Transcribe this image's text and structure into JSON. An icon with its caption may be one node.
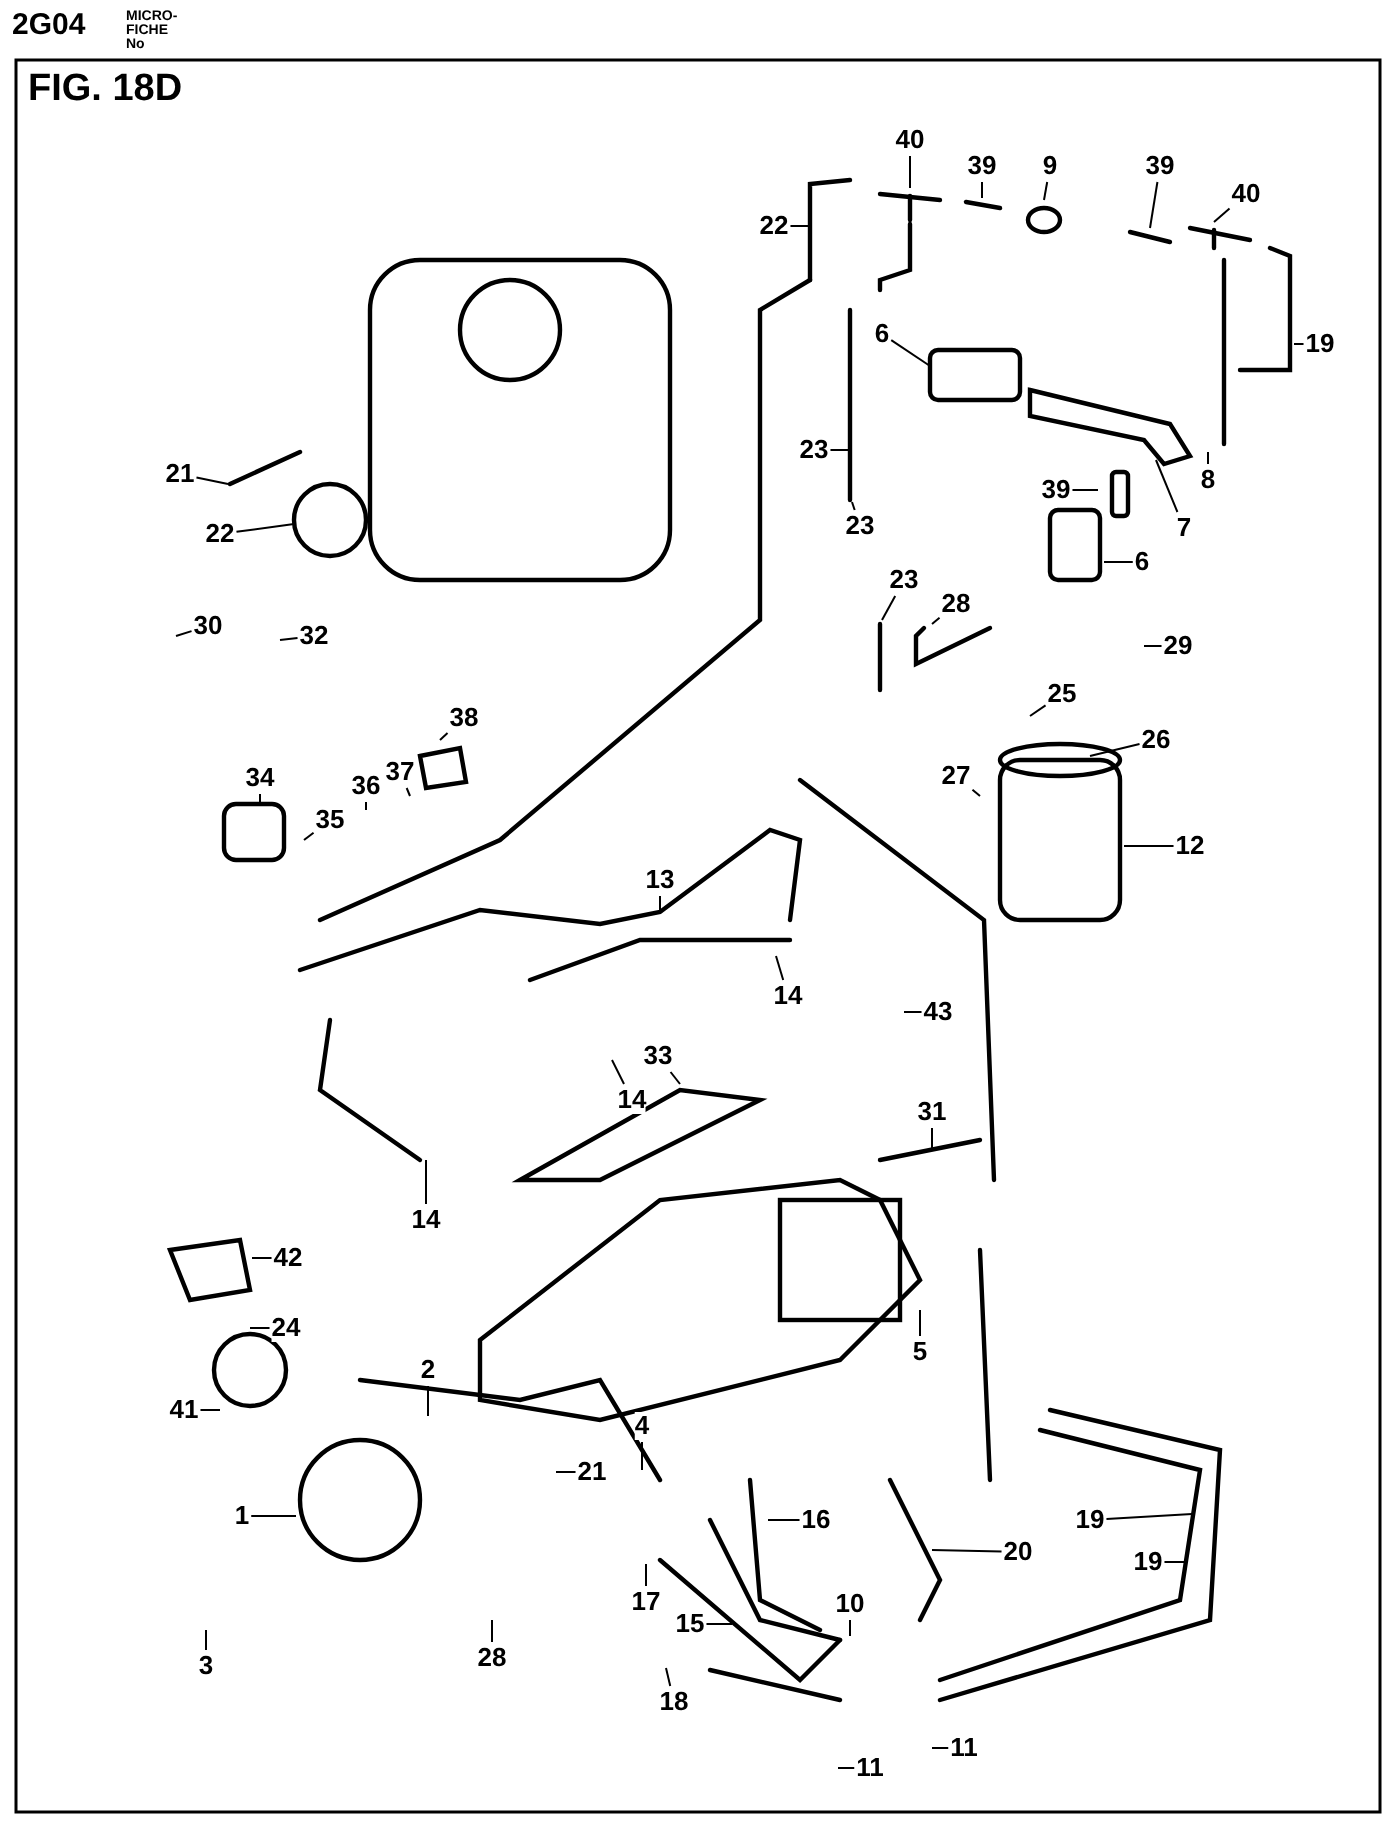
{
  "diagram": {
    "title": "FIG. 18D",
    "nodes": [
      {
        "text": [
          "40"
        ]
      },
      {
        "text": [
          "39"
        ]
      },
      {
        "text": [
          "9"
        ]
      },
      {
        "text": [
          "39"
        ]
      },
      {
        "text": [
          "40"
        ]
      },
      {
        "text": [
          "22"
        ]
      },
      {
        "text": [
          "19"
        ]
      },
      {
        "text": [
          "6"
        ]
      },
      {
        "text": [
          "23"
        ]
      },
      {
        "text": [
          "39"
        ]
      },
      {
        "text": [
          "8"
        ]
      },
      {
        "text": [
          "7"
        ]
      },
      {
        "text": [
          "21"
        ]
      },
      {
        "text": [
          "22"
        ]
      },
      {
        "text": [
          "23"
        ]
      },
      {
        "text": [
          "23"
        ]
      },
      {
        "text": [
          "28"
        ]
      },
      {
        "text": [
          "6"
        ]
      },
      {
        "text": [
          "29"
        ]
      },
      {
        "text": [
          "30"
        ]
      },
      {
        "text": [
          "32"
        ]
      },
      {
        "text": [
          "25"
        ]
      },
      {
        "text": [
          "26"
        ]
      },
      {
        "text": [
          "27"
        ]
      },
      {
        "text": [
          "12"
        ]
      },
      {
        "text": [
          "38"
        ]
      },
      {
        "text": [
          "34"
        ]
      },
      {
        "text": [
          "36"
        ]
      },
      {
        "text": [
          "37"
        ]
      },
      {
        "text": [
          "35"
        ]
      },
      {
        "text": [
          "13"
        ]
      },
      {
        "text": [
          "14"
        ]
      },
      {
        "text": [
          "43"
        ]
      },
      {
        "text": [
          "33"
        ]
      },
      {
        "text": [
          "14"
        ]
      },
      {
        "text": [
          "31"
        ]
      },
      {
        "text": [
          "14"
        ]
      },
      {
        "text": [
          "42"
        ]
      },
      {
        "text": [
          "24"
        ]
      },
      {
        "text": [
          "2"
        ]
      },
      {
        "text": [
          "5"
        ]
      },
      {
        "text": [
          "41"
        ]
      },
      {
        "text": [
          "4"
        ]
      },
      {
        "text": [
          "21"
        ]
      },
      {
        "text": [
          "1"
        ]
      },
      {
        "text": [
          "16"
        ]
      },
      {
        "text": [
          "20"
        ]
      },
      {
        "text": [
          "19"
        ]
      },
      {
        "text": [
          "19"
        ]
      },
      {
        "text": [
          "15"
        ]
      },
      {
        "text": [
          "10"
        ]
      },
      {
        "text": [
          "17"
        ]
      },
      {
        "text": [
          "3"
        ]
      },
      {
        "text": [
          "28"
        ]
      },
      {
        "text": [
          "18"
        ]
      },
      {
        "text": [
          "11"
        ]
      },
      {
        "text": [
          "11"
        ]
      }
    ],
    "edges": [
      {
        "from": 0,
        "to": null,
        "arrow": "none"
      },
      {
        "from": 1,
        "to": null,
        "arrow": "none"
      },
      {
        "from": 2,
        "to": null,
        "arrow": "none"
      },
      {
        "from": 3,
        "to": null,
        "arrow": "none"
      },
      {
        "from": 4,
        "to": null,
        "arrow": "none"
      },
      {
        "from": 5,
        "to": null,
        "arrow": "none"
      },
      {
        "from": 6,
        "to": null,
        "arrow": "none"
      },
      {
        "from": 7,
        "to": null,
        "arrow": "none"
      },
      {
        "from": 8,
        "to": null,
        "arrow": "none"
      },
      {
        "from": 9,
        "to": null,
        "arrow": "none"
      },
      {
        "from": 10,
        "to": null,
        "arrow": "none"
      },
      {
        "from": 11,
        "to": null,
        "arrow": "none"
      },
      {
        "from": 12,
        "to": null,
        "arrow": "none"
      },
      {
        "from": 13,
        "to": null,
        "arrow": "none"
      },
      {
        "from": 14,
        "to": null,
        "arrow": "none"
      },
      {
        "from": 15,
        "to": null,
        "arrow": "none"
      },
      {
        "from": 16,
        "to": null,
        "arrow": "none"
      },
      {
        "from": 17,
        "to": null,
        "arrow": "none"
      },
      {
        "from": 18,
        "to": null,
        "arrow": "none"
      },
      {
        "from": 19,
        "to": null,
        "arrow": "none"
      },
      {
        "from": 20,
        "to": null,
        "arrow": "none"
      },
      {
        "from": 21,
        "to": null,
        "arrow": "none"
      },
      {
        "from": 22,
        "to": null,
        "arrow": "none"
      },
      {
        "from": 23,
        "to": null,
        "arrow": "none"
      },
      {
        "from": 24,
        "to": null,
        "arrow": "none"
      },
      {
        "from": 25,
        "to": null,
        "arrow": "none"
      },
      {
        "from": 26,
        "to": null,
        "arrow": "none"
      },
      {
        "from": 27,
        "to": null,
        "arrow": "none"
      },
      {
        "from": 28,
        "to": null,
        "arrow": "none"
      },
      {
        "from": 29,
        "to": null,
        "arrow": "none"
      },
      {
        "from": 30,
        "to": null,
        "arrow": "none"
      },
      {
        "from": 31,
        "to": null,
        "arrow": "none"
      },
      {
        "from": 32,
        "to": null,
        "arrow": "none"
      },
      {
        "from": 33,
        "to": null,
        "arrow": "none"
      },
      {
        "from": 34,
        "to": null,
        "arrow": "none"
      },
      {
        "from": 35,
        "to": null,
        "arrow": "none"
      },
      {
        "from": 36,
        "to": null,
        "arrow": "none"
      },
      {
        "from": 37,
        "to": null,
        "arrow": "none"
      },
      {
        "from": 38,
        "to": null,
        "arrow": "none"
      },
      {
        "from": 39,
        "to": null,
        "arrow": "none"
      },
      {
        "from": 40,
        "to": null,
        "arrow": "none"
      },
      {
        "from": 41,
        "to": null,
        "arrow": "none"
      },
      {
        "from": 42,
        "to": null,
        "arrow": "none"
      },
      {
        "from": 43,
        "to": null,
        "arrow": "none"
      },
      {
        "from": 44,
        "to": null,
        "arrow": "none"
      },
      {
        "from": 45,
        "to": null,
        "arrow": "none"
      },
      {
        "from": 46,
        "to": null,
        "arrow": "none"
      },
      {
        "from": 47,
        "to": null,
        "arrow": "none"
      },
      {
        "from": 48,
        "to": null,
        "arrow": "none"
      },
      {
        "from": 49,
        "to": null,
        "arrow": "none"
      },
      {
        "from": 50,
        "to": null,
        "arrow": "none"
      },
      {
        "from": 51,
        "to": null,
        "arrow": "none"
      },
      {
        "from": 52,
        "to": null,
        "arrow": "none"
      },
      {
        "from": 53,
        "to": null,
        "arrow": "none"
      },
      {
        "from": 54,
        "to": null,
        "arrow": "none"
      },
      {
        "from": 55,
        "to": null,
        "arrow": "none"
      },
      {
        "from": 56,
        "to": null,
        "arrow": "none"
      }
    ],
    "labels": [
      "2G04",
      "MICRO- FICHE No"
    ]
  }
}
